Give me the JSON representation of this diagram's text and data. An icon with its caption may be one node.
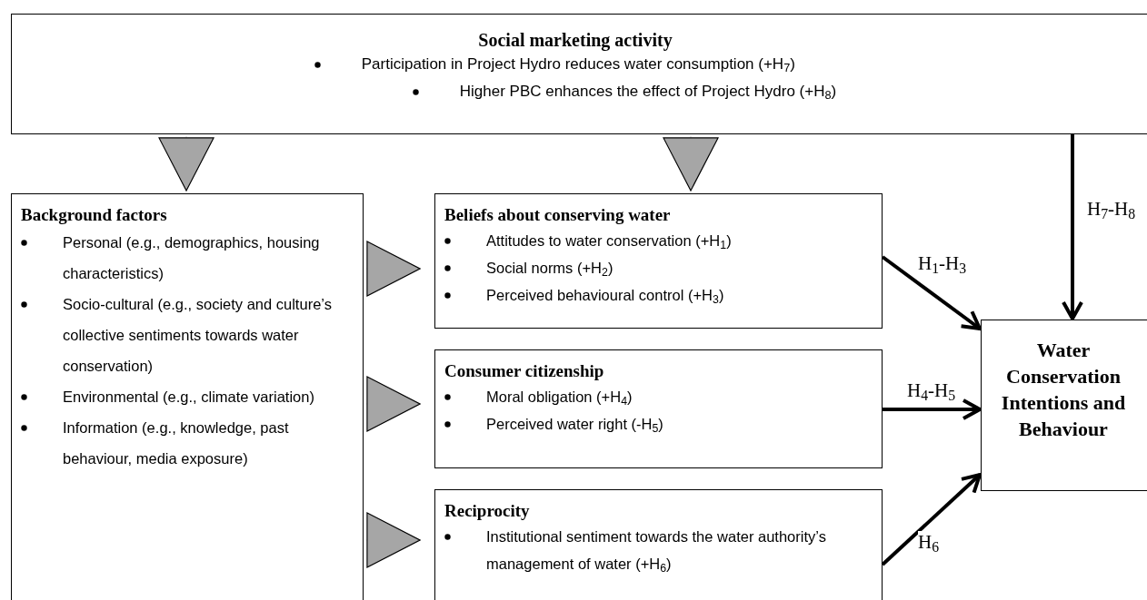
{
  "diagram": {
    "nodes": [
      {
        "text": [
          "Social marketing activity",
          "Participation in Project Hydro reduces water consumption (+H$_{7}$)",
          "Higher PBC enhances the effect of Project Hydro  (+H$_{8}$)"
        ]
      },
      {
        "text": [
          "Background factors",
          "Personal (e.g., demographics, housing characteristics)",
          "Socio-cultural (e.g., society and culture’s collective sentiments towards water conservation)",
          "Environmental (e.g., climate variation)",
          "Information (e.g., knowledge, past behaviour, media exposure)"
        ]
      },
      {
        "text": [
          "Beliefs about conserving water",
          "Attitudes to water conservation (+H$_{1}$)",
          "Social norms (+H$_{2}$)",
          "Perceived behavioural control (+H$_{3}$)"
        ]
      },
      {
        "text": [
          "Consumer citizenship",
          "Moral obligation (+H$_{4}$)",
          "Perceived water right (-H$_{5}$)"
        ]
      },
      {
        "text": [
          "Reciprocity",
          "Institutional sentiment towards the water authority’s management of water (+H$_{6}$)"
        ]
      },
      {
        "text": [
          "Water Conservation Intentions and Behaviour"
        ]
      }
    ],
    "edges": [
      {
        "from": 0,
        "to": 1,
        "arrow": "to"
      },
      {
        "from": 0,
        "to": 2,
        "arrow": "to"
      },
      {
        "from": 1,
        "to": 2,
        "arrow": "to"
      },
      {
        "from": 1,
        "to": 3,
        "arrow": "to"
      },
      {
        "from": 1,
        "to": 4,
        "arrow": "to"
      },
      {
        "from": 0,
        "to": 5,
        "arrow": "to",
        "label": "H$_{7}$-H$_{8}$",
        "style": "thick",
        "color": "#000000"
      },
      {
        "from": 2,
        "to": 5,
        "arrow": "to",
        "label": "H$_{1}$-H$_{3}$",
        "style": "thick",
        "color": "#000000"
      },
      {
        "from": 3,
        "to": 5,
        "arrow": "to",
        "label": "H$_{4}$-H$_{5}$",
        "style": "thick",
        "color": "#000000"
      },
      {
        "from": 4,
        "to": 5,
        "arrow": "to",
        "label": "H$_{6}$",
        "style": "thick",
        "color": "#000000"
      }
    ]
  }
}
